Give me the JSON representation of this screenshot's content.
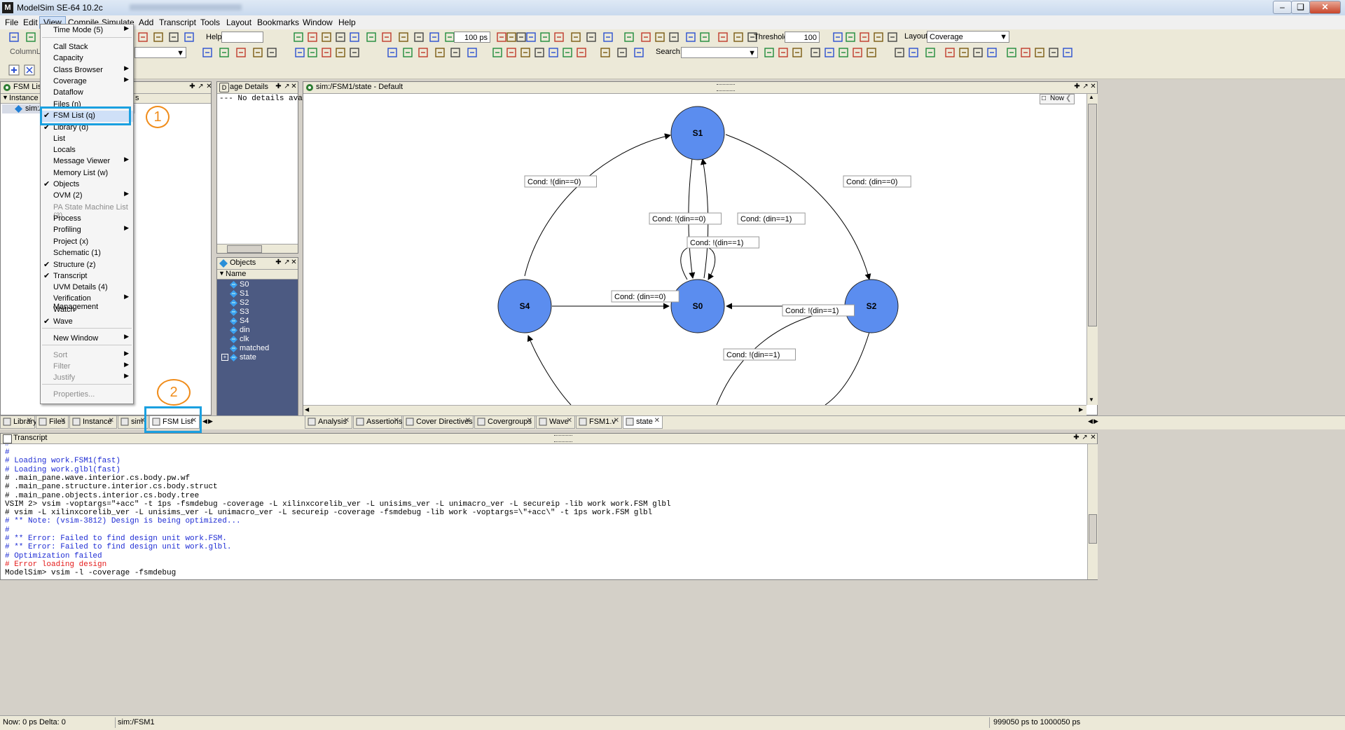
{
  "window": {
    "title": "ModelSim SE-64 10.2c",
    "app_icon": "M"
  },
  "menubar": [
    "File",
    "Edit",
    "View",
    "Compile",
    "Simulate",
    "Add",
    "Transcript",
    "Tools",
    "Layout",
    "Bookmarks",
    "Window",
    "Help"
  ],
  "toolbar": {
    "help_label": "Help",
    "run_length": "100",
    "run_unit": "ps",
    "threshold_label": "Threshold",
    "threshold_value": "100",
    "layout_label": "Layout",
    "layout_value": "Coverage",
    "search_label": "Search:",
    "column_layout": "ColumnLay"
  },
  "view_menu": {
    "items": [
      {
        "label": "Time Mode (5)",
        "checked": false,
        "submenu": true,
        "disabled": false
      },
      {
        "label": "Call Stack",
        "checked": false,
        "submenu": false,
        "disabled": false
      },
      {
        "label": "Capacity",
        "checked": false,
        "submenu": false,
        "disabled": false
      },
      {
        "label": "Class Browser",
        "checked": false,
        "submenu": true,
        "disabled": false
      },
      {
        "label": "Coverage",
        "checked": false,
        "submenu": true,
        "disabled": false
      },
      {
        "label": "Dataflow",
        "checked": false,
        "submenu": false,
        "disabled": false
      },
      {
        "label": "Files (n)",
        "checked": false,
        "submenu": false,
        "disabled": false
      },
      {
        "label": "FSM List (q)",
        "checked": true,
        "submenu": false,
        "disabled": false
      },
      {
        "label": "Library (d)",
        "checked": true,
        "submenu": false,
        "disabled": false
      },
      {
        "label": "List",
        "checked": false,
        "submenu": false,
        "disabled": false
      },
      {
        "label": "Locals",
        "checked": false,
        "submenu": false,
        "disabled": false
      },
      {
        "label": "Message Viewer",
        "checked": false,
        "submenu": true,
        "disabled": false
      },
      {
        "label": "Memory List (w)",
        "checked": false,
        "submenu": false,
        "disabled": false
      },
      {
        "label": "Objects",
        "checked": true,
        "submenu": false,
        "disabled": false
      },
      {
        "label": "OVM (2)",
        "checked": false,
        "submenu": true,
        "disabled": false
      },
      {
        "label": "PA State Machine List (3)",
        "checked": false,
        "submenu": false,
        "disabled": true
      },
      {
        "label": "Process",
        "checked": false,
        "submenu": false,
        "disabled": false
      },
      {
        "label": "Profiling",
        "checked": false,
        "submenu": true,
        "disabled": false
      },
      {
        "label": "Project (x)",
        "checked": false,
        "submenu": false,
        "disabled": false
      },
      {
        "label": "Schematic (1)",
        "checked": false,
        "submenu": false,
        "disabled": false
      },
      {
        "label": "Structure  (z)",
        "checked": true,
        "submenu": false,
        "disabled": false
      },
      {
        "label": "Transcript",
        "checked": true,
        "submenu": false,
        "disabled": false
      },
      {
        "label": "UVM Details (4)",
        "checked": false,
        "submenu": false,
        "disabled": false
      },
      {
        "label": "Verification Management",
        "checked": false,
        "submenu": true,
        "disabled": false
      },
      {
        "label": "Watch",
        "checked": false,
        "submenu": false,
        "disabled": false
      },
      {
        "label": "Wave",
        "checked": true,
        "submenu": false,
        "disabled": false
      },
      {
        "label": "New Window",
        "checked": false,
        "submenu": true,
        "disabled": false
      },
      {
        "label": "Sort",
        "checked": false,
        "submenu": true,
        "disabled": true
      },
      {
        "label": "Filter",
        "checked": false,
        "submenu": true,
        "disabled": true
      },
      {
        "label": "Justify",
        "checked": false,
        "submenu": true,
        "disabled": true
      },
      {
        "label": "Properties...",
        "checked": false,
        "submenu": false,
        "disabled": true
      }
    ]
  },
  "fsm_list_pane": {
    "title": "FSM List",
    "column_instance": "Instance",
    "column_2": "s",
    "row": "sim:/"
  },
  "details_pane": {
    "title": "age Details",
    "text": "--- No details avail"
  },
  "objects_pane": {
    "title": "Objects",
    "column": "Name",
    "items": [
      "S0",
      "S1",
      "S2",
      "S3",
      "S4",
      "din",
      "clk",
      "matched",
      "state"
    ]
  },
  "fsm_view": {
    "title": "sim:/FSM1/state - Default",
    "now_label": "Now",
    "states": [
      "S1",
      "S4",
      "S0",
      "S2"
    ],
    "transitions": [
      "Cond: !(din==0)",
      "Cond: (din==0)",
      "Cond: !(din==0)",
      "Cond: (din==1)",
      "Cond: !(din==1)",
      "Cond: (din==0)",
      "Cond: !(din==1)",
      "Cond: !(din==1)"
    ],
    "state_color": "#5b8def"
  },
  "left_tabs": [
    "Library",
    "Files",
    "Instance",
    "sim",
    "FSM List"
  ],
  "right_tabs": [
    "Analysis",
    "Assertions",
    "Cover Directives",
    "Covergroups",
    "Wave",
    "FSM1.v",
    "state"
  ],
  "transcript": {
    "title": "Transcript",
    "lines": [
      {
        "text": "#",
        "color": "blue"
      },
      {
        "text": "# Loading work.FSM1(fast)",
        "color": "blue"
      },
      {
        "text": "# Loading work.glbl(fast)",
        "color": "blue"
      },
      {
        "text": "# .main_pane.wave.interior.cs.body.pw.wf",
        "color": "blk"
      },
      {
        "text": "# .main_pane.structure.interior.cs.body.struct",
        "color": "blk"
      },
      {
        "text": "# .main_pane.objects.interior.cs.body.tree",
        "color": "blk"
      },
      {
        "text": "VSIM 2> vsim -voptargs=\"+acc\" -t 1ps -fsmdebug -coverage -L xilinxcorelib_ver -L unisims_ver -L unimacro_ver -L secureip -lib work work.FSM glbl",
        "color": "blk"
      },
      {
        "text": "# vsim -L xilinxcorelib_ver -L unisims_ver -L unimacro_ver -L secureip -coverage -fsmdebug -lib work -voptargs=\\\"+acc\\\" -t 1ps work.FSM glbl",
        "color": "blk"
      },
      {
        "text": "# ** Note: (vsim-3812) Design is being optimized...",
        "color": "blue"
      },
      {
        "text": "#",
        "color": "blue"
      },
      {
        "text": "# ** Error: Failed to find design unit work.FSM.",
        "color": "blue"
      },
      {
        "text": "# ** Error: Failed to find design unit work.glbl.",
        "color": "blue"
      },
      {
        "text": "# Optimization failed",
        "color": "blue"
      },
      {
        "text": "# Error loading design",
        "color": "red"
      },
      {
        "text": "ModelSim> vsim -l -coverage -fsmdebug",
        "color": "blk"
      }
    ]
  },
  "status": {
    "now": "Now: 0 ps  Delta: 0",
    "context": "sim:/FSM1",
    "range": "999050 ps to 1000050 ps"
  },
  "annotations": {
    "step1": "1",
    "step2": "2",
    "box_color": "#1aa0e0",
    "circle_color": "#f08c1a"
  }
}
